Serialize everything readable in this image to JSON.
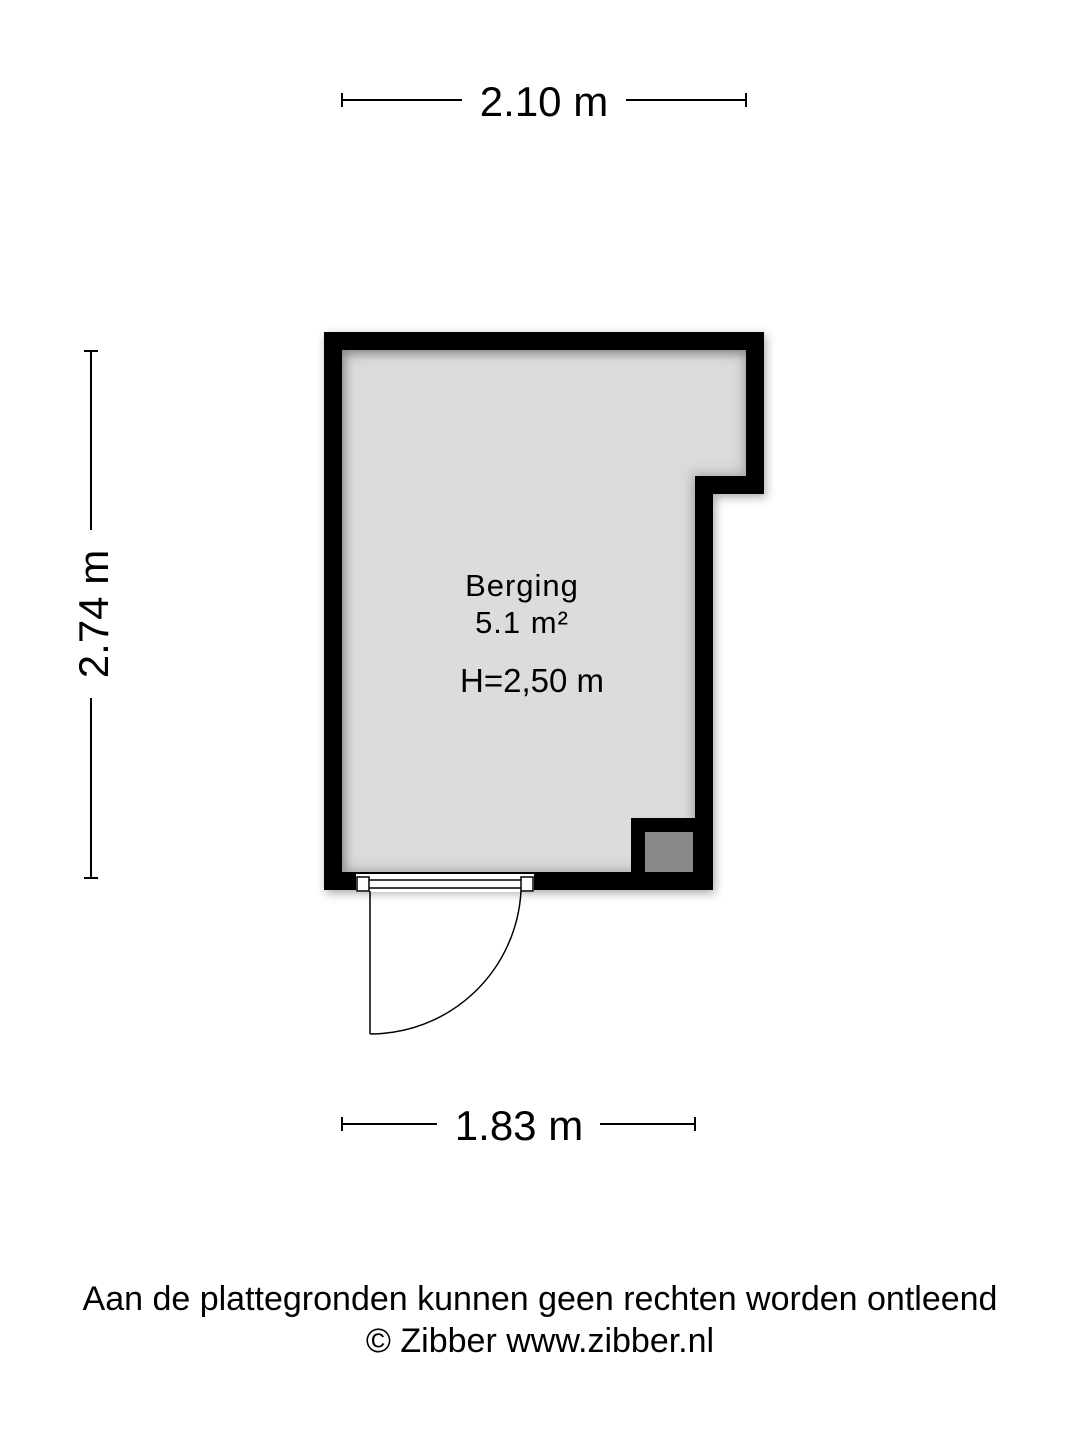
{
  "dimensions": {
    "top_width": "2.10 m",
    "left_height": "2.74 m",
    "bottom_width": "1.83 m"
  },
  "room": {
    "name": "Berging",
    "area": "5.1 m²",
    "height": "H=2,50 m"
  },
  "footer": {
    "disclaimer": "Aan de plattegronden kunnen geen rechten worden ontleend",
    "copyright": "© Zibber www.zibber.nl"
  },
  "colors": {
    "wall": "#000000",
    "floor": "#dcdcdc",
    "shaft": "#8a8a8a",
    "background": "#ffffff"
  }
}
